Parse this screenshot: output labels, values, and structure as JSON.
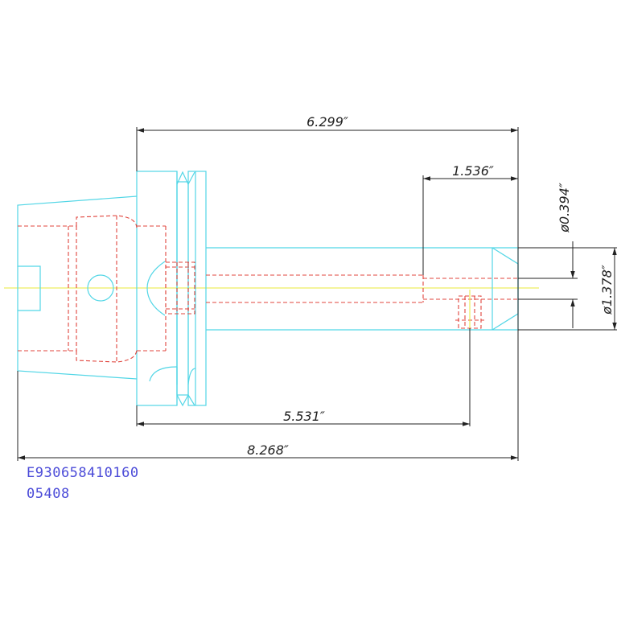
{
  "dimensions": {
    "gauge_length": "6.299″",
    "bore_depth": "1.536″",
    "bore_diameter": "ø0.394″",
    "nose_diameter": "ø1.378″",
    "screw_position": "5.531″",
    "overall_length": "8.268″"
  },
  "part": {
    "number": "E930658410160",
    "code": "05408"
  },
  "colors": {
    "outline": "#52d6e6",
    "hidden": "#e0443c",
    "centerline": "#e8e83a",
    "dimension": "#222222",
    "label": "#4b4bd8"
  }
}
